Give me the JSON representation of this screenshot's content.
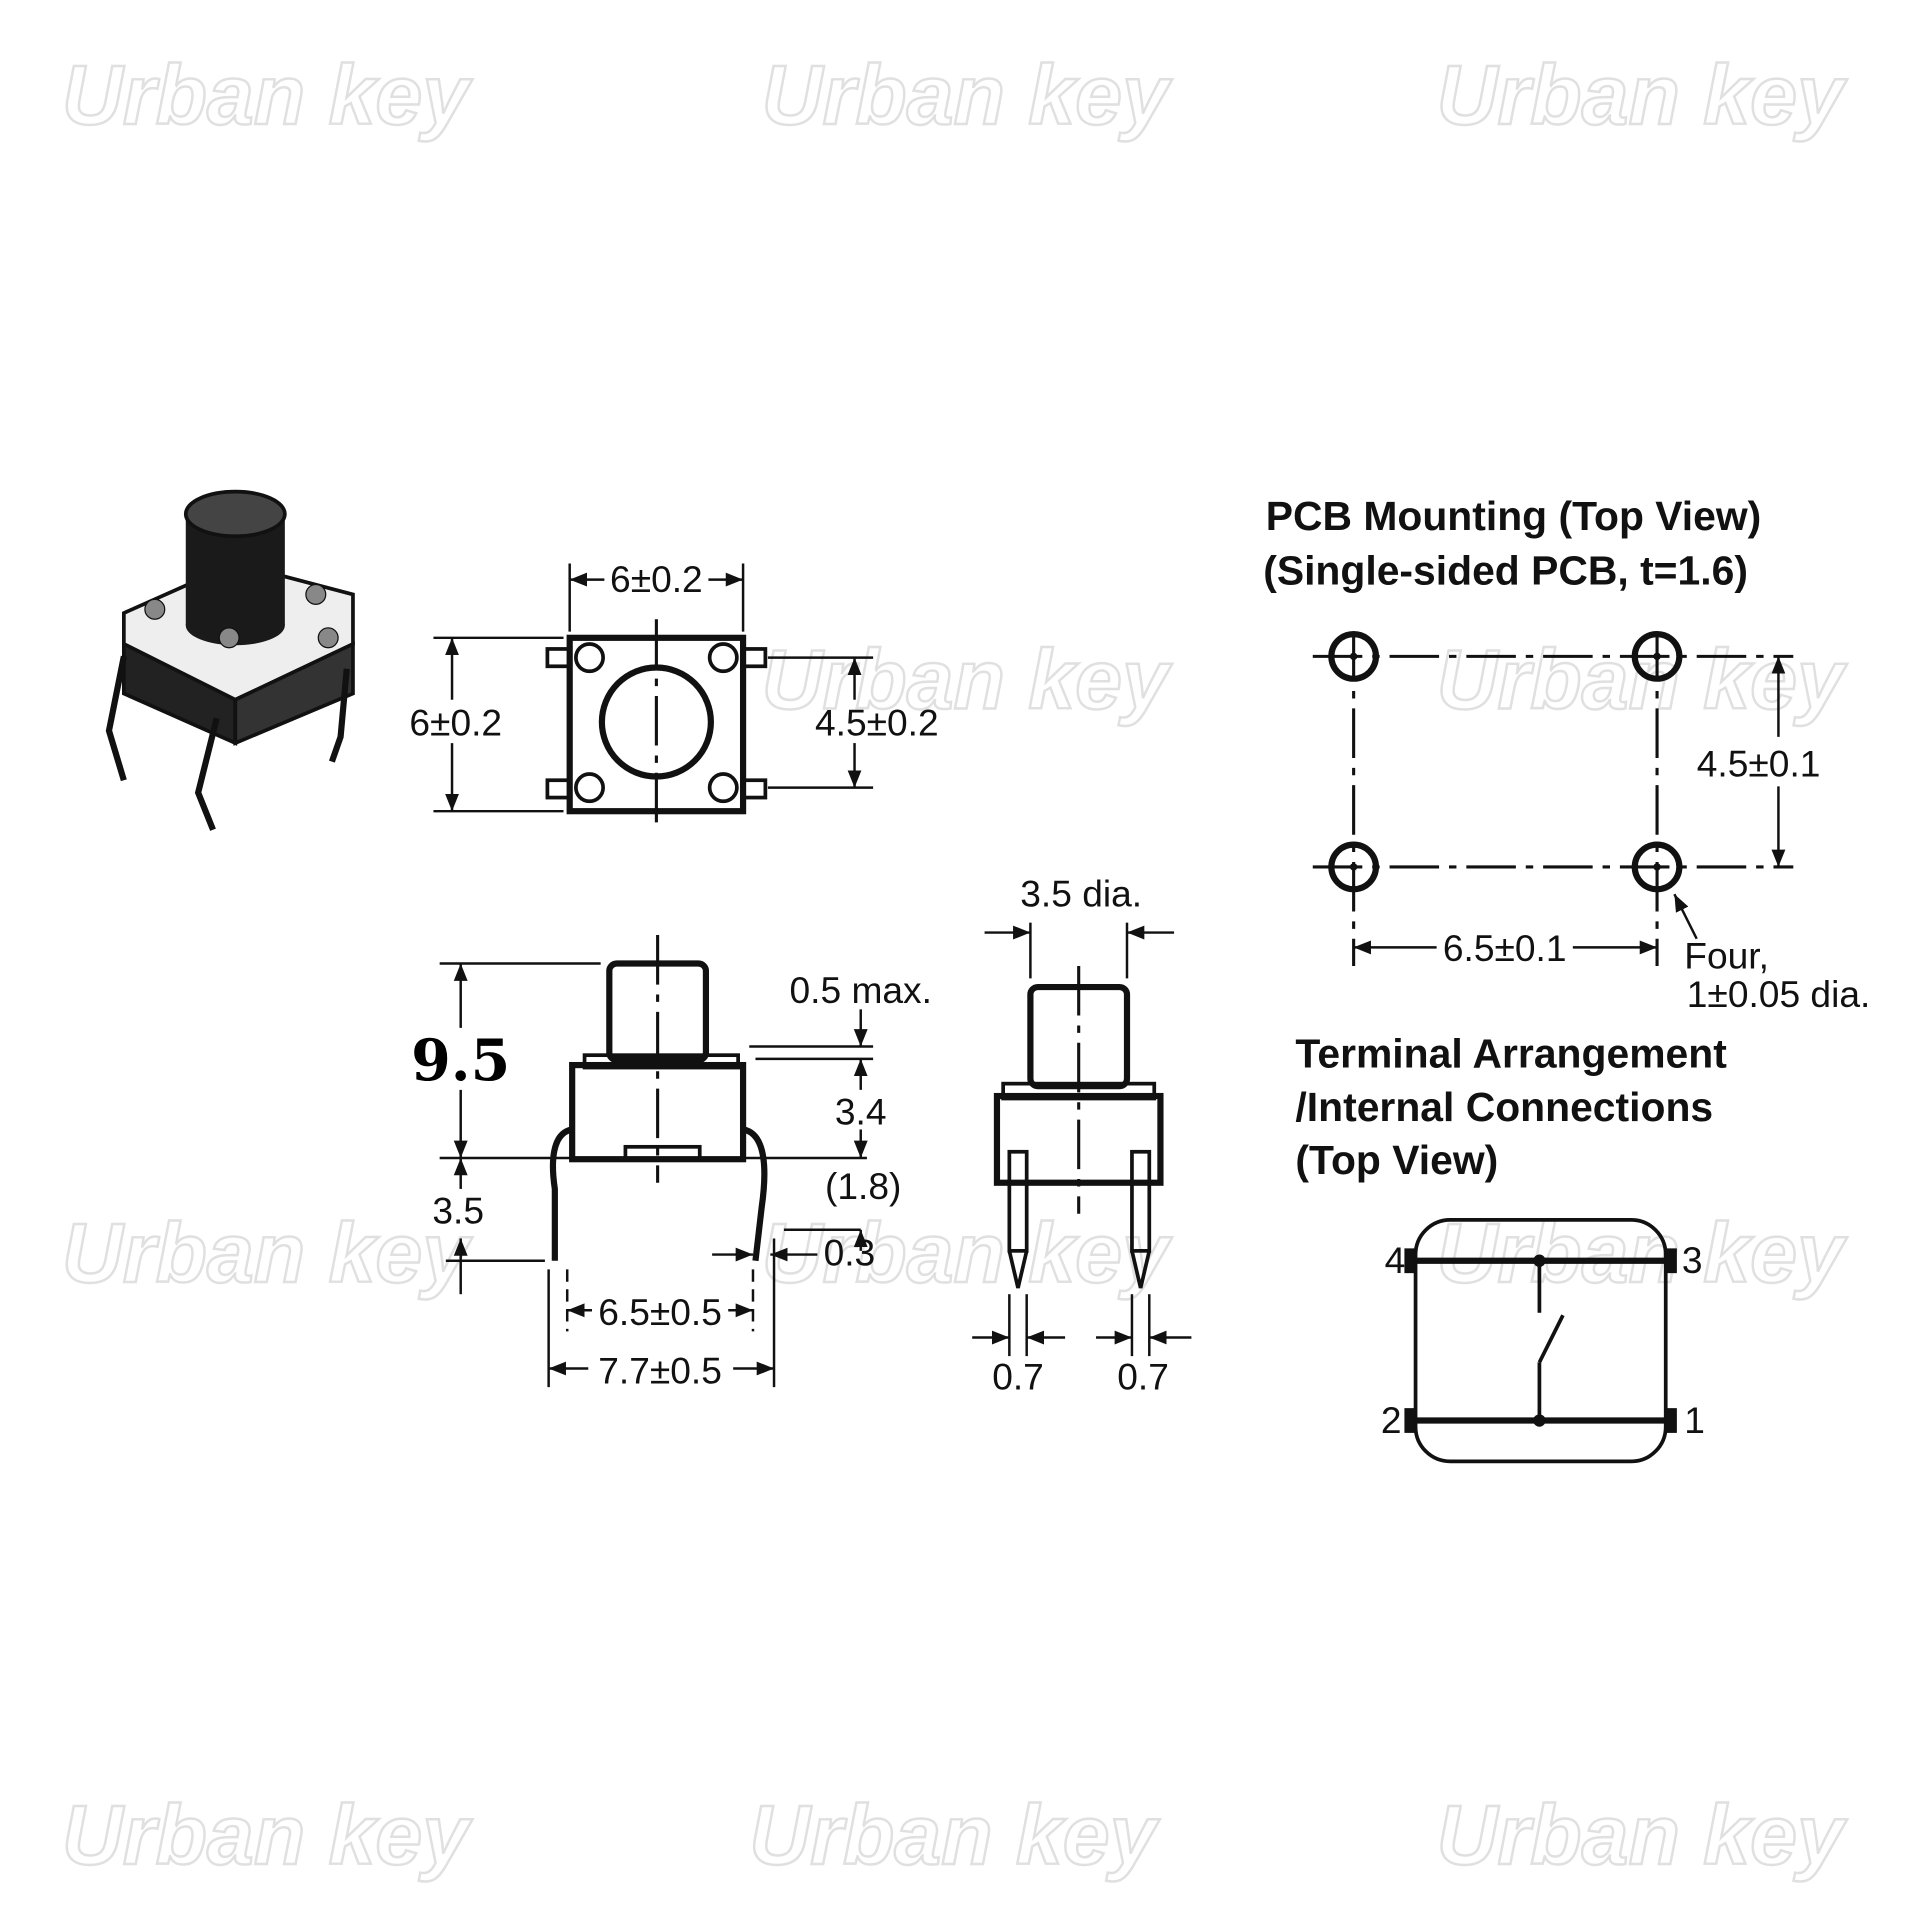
{
  "watermark": "Urban key",
  "top_view": {
    "width_dim": "6±0.2",
    "height_dim": "6±0.2",
    "pin_pitch_dim": "4.5±0.2"
  },
  "side_view": {
    "total_height": "9.5",
    "stem_clearance": "0.5 max.",
    "body_height": "3.4",
    "pin_standoff": "(1.8)",
    "pin_length": "3.5",
    "pin_thickness": "0.3",
    "pin_spacing": "6.5±0.5",
    "outer_width": "7.7±0.5"
  },
  "front_view": {
    "stem_diameter": "3.5 dia.",
    "pin_width_left": "0.7",
    "pin_width_right": "0.7"
  },
  "pcb_mounting": {
    "title_line1": "PCB Mounting (Top View)",
    "title_line2": "(Single-sided PCB, t=1.6)",
    "vertical_dim": "4.5±0.1",
    "horizontal_dim": "6.5±0.1",
    "hole_note_line1": "Four,",
    "hole_note_line2": "1±0.05 dia."
  },
  "terminal": {
    "title_line1": "Terminal Arrangement",
    "title_line2": "/Internal Connections",
    "title_line3": "(Top View)",
    "pins": [
      "4",
      "3",
      "2",
      "1"
    ]
  }
}
